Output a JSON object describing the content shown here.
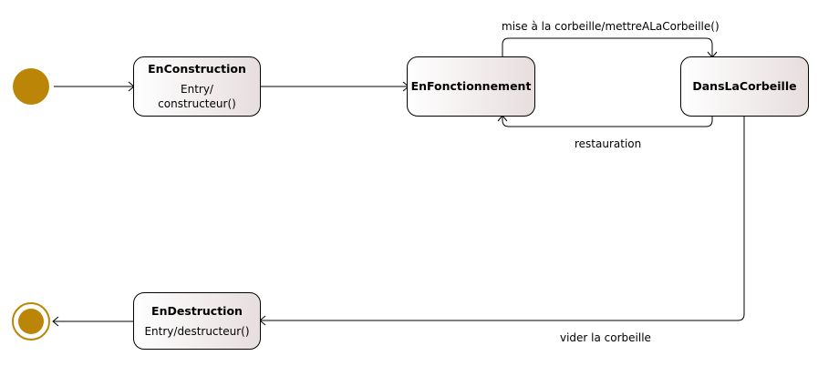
{
  "colors": {
    "pseudostate_fill": "#bb8508",
    "state_gradient_end": "#e7dede",
    "line": "#000000"
  },
  "states": {
    "construction": {
      "name": "EnConstruction",
      "activity_line1": "Entry/",
      "activity_line2": "constructeur()"
    },
    "fonctionnement": {
      "name": "EnFonctionnement"
    },
    "corbeille": {
      "name": "DansLaCorbeille"
    },
    "destruction": {
      "name": "EnDestruction",
      "activity": "Entry/destructeur()"
    }
  },
  "transitions": {
    "to_corbeille": "mise à la corbeille/mettreALaCorbeille()",
    "restauration": "restauration",
    "vider": "vider la corbeille"
  }
}
